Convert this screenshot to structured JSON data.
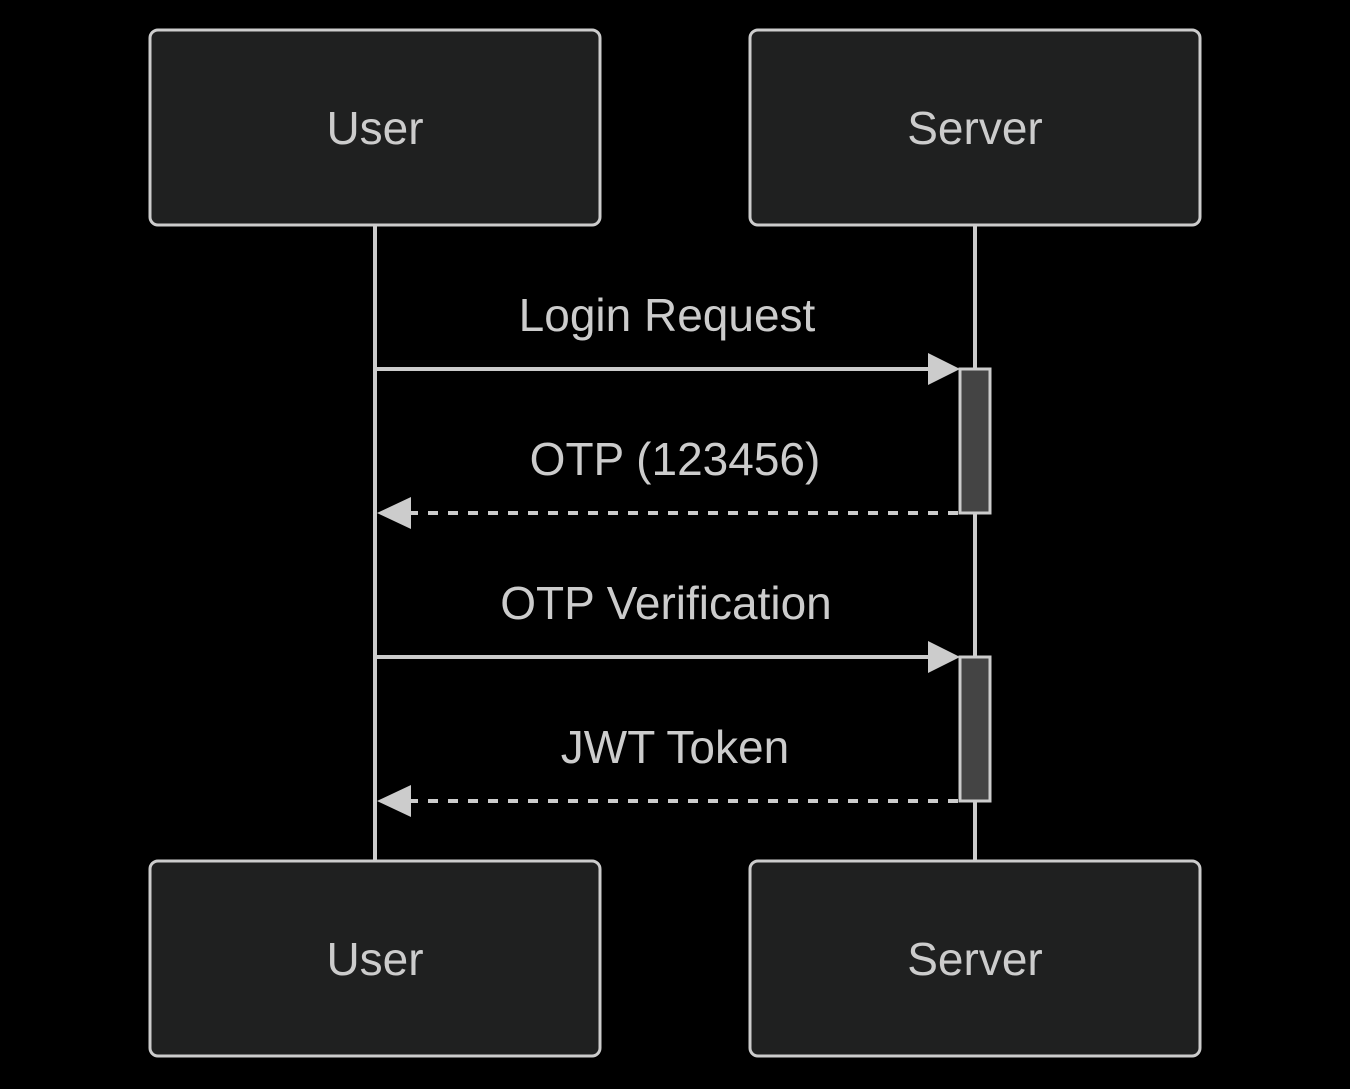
{
  "participants": [
    {
      "id": "user",
      "label": "User"
    },
    {
      "id": "server",
      "label": "Server"
    }
  ],
  "messages": [
    {
      "from": "user",
      "to": "server",
      "label": "Login Request",
      "style": "solid"
    },
    {
      "from": "server",
      "to": "user",
      "label": "OTP (123456)",
      "style": "dashed"
    },
    {
      "from": "user",
      "to": "server",
      "label": "OTP Verification",
      "style": "solid"
    },
    {
      "from": "server",
      "to": "user",
      "label": "JWT Token",
      "style": "dashed"
    }
  ],
  "activations": [
    {
      "participant": "server",
      "from_message": 0,
      "to_message": 1
    },
    {
      "participant": "server",
      "from_message": 2,
      "to_message": 3
    }
  ],
  "colors": {
    "background": "#000000",
    "box_fill": "#1f2020",
    "stroke": "#cccccc",
    "activation_fill": "#444444"
  }
}
